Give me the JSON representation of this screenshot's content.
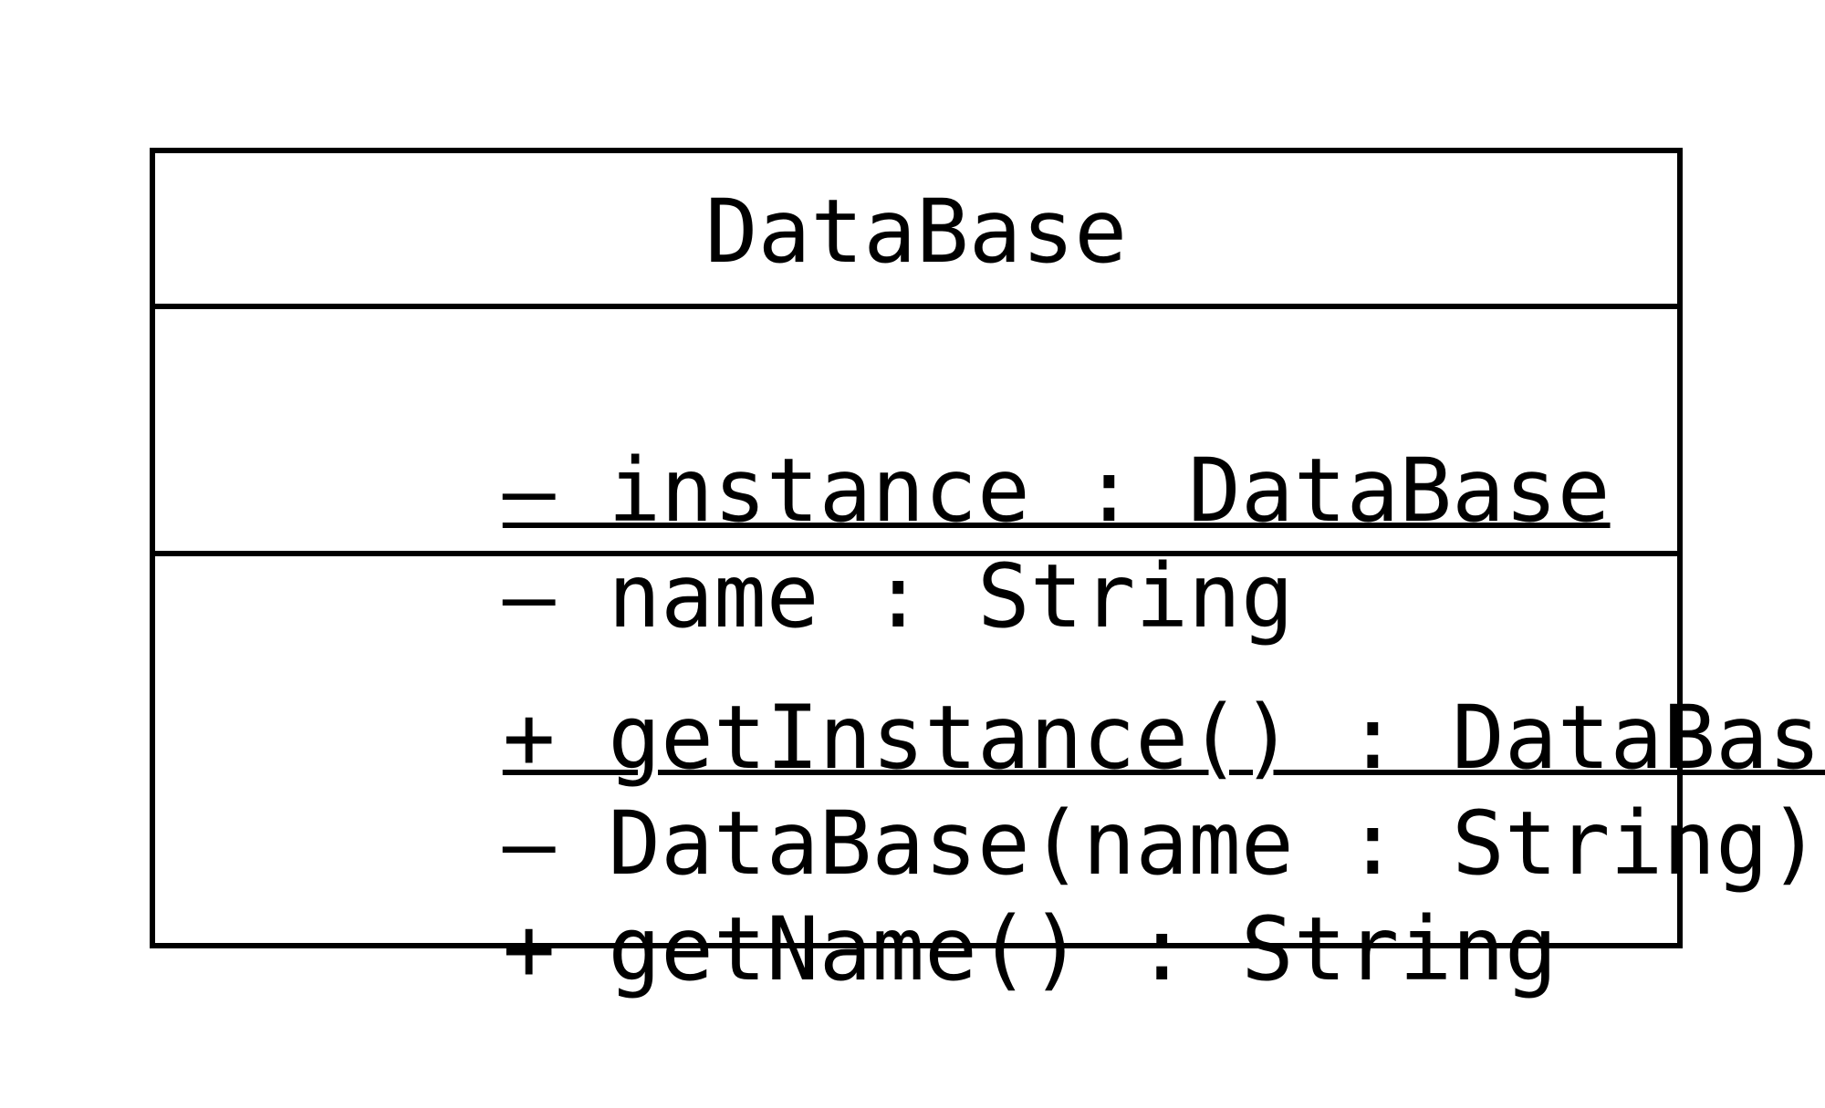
{
  "uml_class": {
    "name": "DataBase",
    "attributes": [
      {
        "text": "– instance : DataBase",
        "static": true
      },
      {
        "text": "– name : String",
        "static": false
      }
    ],
    "operations": [
      {
        "text": "+ getInstance() : DataBase",
        "static": true
      },
      {
        "text": "– DataBase(name : String)",
        "static": false
      },
      {
        "text": "+ getName() : String",
        "static": false
      }
    ]
  }
}
